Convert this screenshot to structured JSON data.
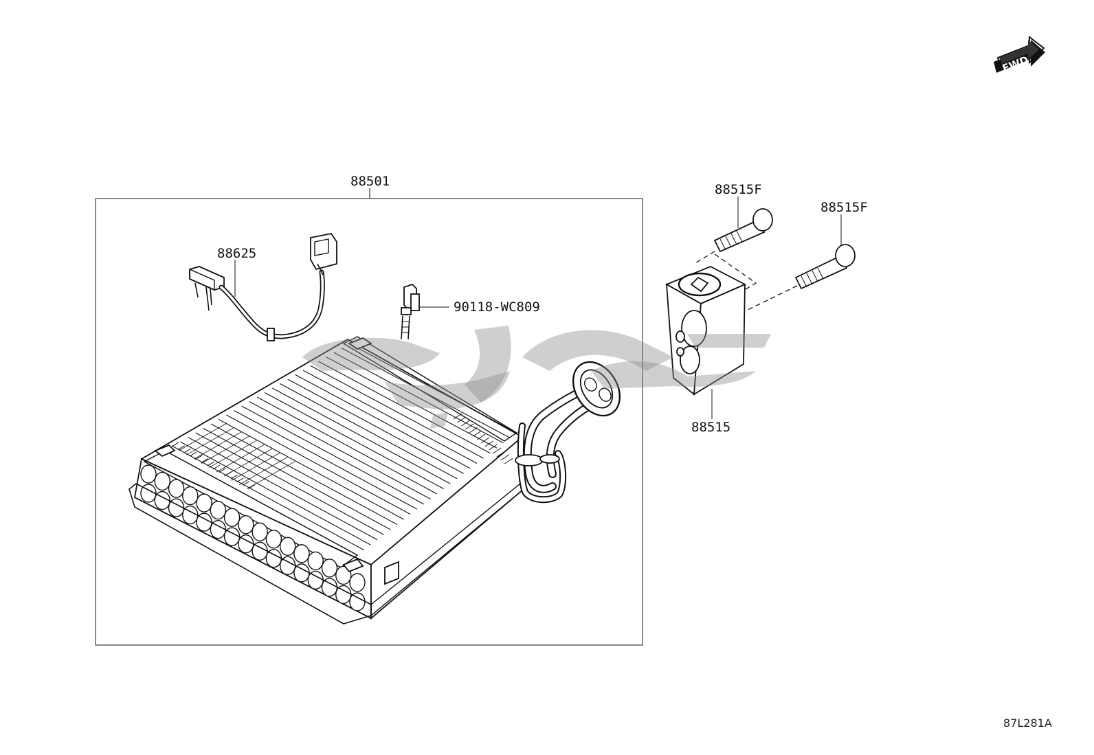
{
  "diagram": {
    "callouts": {
      "evaporator_assembly": "88501",
      "thermistor_harness": "88625",
      "clamp": "90118-WC809",
      "bolt_upper": "88515F",
      "bolt_lower": "88515F",
      "expansion_valve": "88515"
    },
    "fwd_label": "FWD",
    "figure_code": "87L281A",
    "watermark_icon": "watermark-logo-icon"
  }
}
